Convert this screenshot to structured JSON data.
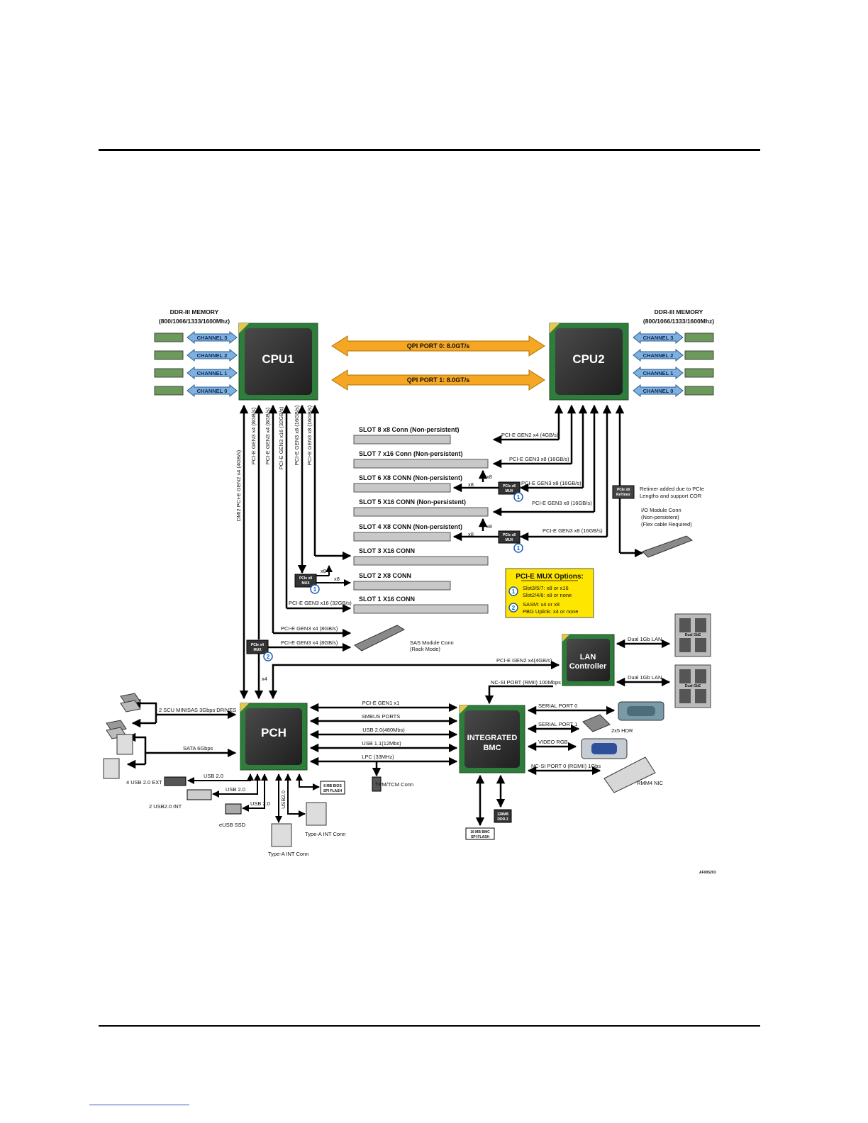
{
  "memory": {
    "title": "DDR-III MEMORY",
    "speeds": "(800/1066/1333/1600Mhz)",
    "channels": [
      "CHANNEL 3",
      "CHANNEL 2",
      "CHANNEL 1",
      "CHANNEL 0"
    ]
  },
  "cpu1": "CPU1",
  "cpu2": "CPU2",
  "qpi": [
    "QPI PORT 0: 8.0GT/s",
    "QPI PORT 1: 8.0GT/s"
  ],
  "cpu1_links": [
    "DMI2 PCI-E GEN2 x4 (4GB/s)",
    "PCI-E GEN3 x4 (8GB/s)",
    "PCI-E GEN3 x4 (8GB/s)",
    "PCI-E GEN3 x16 (32GB/s)",
    "PCI-E GEN3 x8 (16GB/s)",
    "PCI-E GEN3 x8 (16GB/s)"
  ],
  "slots": [
    "SLOT 8 x8 Conn (Non-persistent)",
    "SLOT 7 x16 Conn (Non-persistent)",
    "SLOT 6 X8 CONN (Non-persistent)",
    "SLOT 5 X16 CONN (Non-persistent)",
    "SLOT 4 X8 CONN (Non-persistent)",
    "SLOT 3 X16 CONN",
    "SLOT 2 X8 CONN",
    "SLOT 1 X16 CONN"
  ],
  "cpu2_links": {
    "slot8": "PCI-E GEN2 x4 (4GB/s)",
    "slot7": "PCI-E GEN3 x8 (16GB/s)",
    "slot6": "PCI-E GEN3 x8 (16GB/s)",
    "slot5": "PCI-E GEN3 x8 (16GB/s)",
    "slot4": "PCI-E GEN3 x8 (16GB/s)"
  },
  "lane_x8": "x8",
  "lane_x4": "x4",
  "mux_x8": [
    "PCIe x8",
    "MUX"
  ],
  "mux_x4": [
    "PCIe x4",
    "MUX"
  ],
  "mux_numbers": [
    "1",
    "2"
  ],
  "retimer": {
    "chip": [
      "PCIe x8",
      "ReTimer"
    ],
    "note": [
      "Retimer added due to PCIe",
      "Lengths and support COR"
    ],
    "io_module": [
      "I/O Module Conn",
      "(Non-persistent)",
      "(Flex cable Required)"
    ]
  },
  "slot1_link": "PCI-E GEN3 x16 (32GB/s)",
  "sas_links": [
    "PCI-E GEN3 x4 (8GB/s)",
    "PCI-E GEN3 x4 (8GB/s)"
  ],
  "sas_module": [
    "SAS Module Conn",
    "(Rack Mode)"
  ],
  "legend": {
    "title": "PCI-E MUX Options:",
    "opt1": [
      "Slot3/5/7: x8 or x16",
      "Slot2/4/6: x8 or none"
    ],
    "opt2": [
      "SASM: x4 or x8",
      "PBG Uplink: x4 or none"
    ]
  },
  "lan": {
    "chip": [
      "LAN",
      "Controller"
    ],
    "link": "PCI-E GEN2 x4(4GB/s)",
    "ports": [
      "Dual 1Gb LAN",
      "Dual 1Gb LAN"
    ],
    "jack": "Dual GbE"
  },
  "ncsi_rmii": "NC-SI PORT (RMII) 100Mbps",
  "pch": "PCH",
  "pch_left": [
    "2 SCU MINISAS 3Gbps DRIVES",
    "SATA 6Gbps"
  ],
  "pch_bmc": [
    "PCI-E GEN1 x1",
    "SMBUS PORTS",
    "USB 2.0(480Mbs)",
    "USB 1.1(12Mbs)",
    "LPC (33MHz)"
  ],
  "bmc": [
    "INTEGRATED",
    "BMC"
  ],
  "bmc_right": [
    "SERIAL PORT 0",
    "SERIAL PORT 1",
    "2x5 HDR",
    "VIDEO RGB",
    "NC-SI PORT 0 (RGMII) 1Gbs",
    "RMM4 NIC"
  ],
  "usb": {
    "ext": "4 USB 2.0 EXT",
    "int2": "2 USB2.0 INT",
    "esd": "eUSB SSD",
    "label": "USB 2.0",
    "vertical": "USB2.0",
    "typea_int": "Type-A INT Conn",
    "typea_int2": "Type-A INT Conn"
  },
  "bios": [
    "8 MB BIOS",
    "SPI FLASH"
  ],
  "tpm": "TPM/TCM Conn",
  "bmc_mem": [
    "128MB",
    "DDR-3"
  ],
  "bmc_flash": [
    "16 MB BMC",
    "SPI FLASH"
  ],
  "doc_id": "AF005203",
  "colors": {
    "chip_dark": "#2e2e2e",
    "chip_green": "#2f7d3b",
    "qpi_orange": "#f5a623",
    "channel_blue": "#7fb1e0",
    "legend_yellow": "#ffe600",
    "slot_gray": "#c8c8c8"
  }
}
